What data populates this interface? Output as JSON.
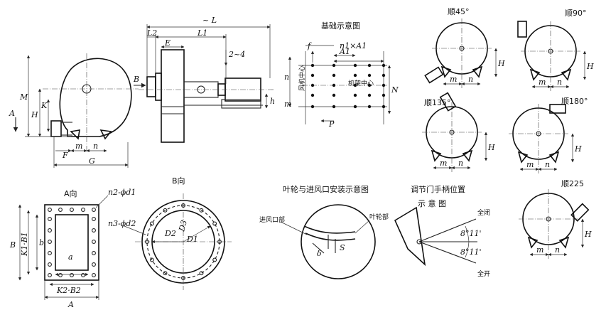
{
  "main_view": {
    "L": "~ L",
    "L1": "L1",
    "L2": "L2",
    "E": "E",
    "n24": "2~4",
    "B": "B",
    "A": "A",
    "M": "M",
    "H": "H",
    "K": "K",
    "F": "F",
    "m": "m",
    "n": "n",
    "G": "G",
    "h": "h"
  },
  "foundation": {
    "title": "基础示意图",
    "f": "f",
    "A1": "A1",
    "n1xA1": "n1×A1",
    "n": "n",
    "fan_center": "风机中心",
    "frame_center": "机架中心",
    "N": "N",
    "m": "m",
    "P": "P"
  },
  "a_view": {
    "title": "A向",
    "holes": "n2-ϕd1",
    "B": "B",
    "K1B1": "K1·B1",
    "b": "b",
    "a": "a",
    "K2B2": "K2·B2",
    "A": "A"
  },
  "b_view": {
    "title": "B向",
    "holes": "n3-ϕd2",
    "D1": "D1",
    "D2": "D2",
    "D3": "D3"
  },
  "impeller": {
    "title": "叶轮与进风口安装示意图",
    "inlet": "进风口部",
    "impeller_part": "叶轮部",
    "delta": "δ",
    "S": "S"
  },
  "damper": {
    "title1": "调节门手柄位置",
    "title2": "示 意 图",
    "closed": "全闭",
    "open": "全开",
    "ang1": "8°11'",
    "ang2": "8°11'"
  },
  "orientations": [
    {
      "label": "顺45°",
      "H": "H",
      "m": "m",
      "n": "n"
    },
    {
      "label": "顺90°",
      "H": "H",
      "m": "m",
      "n": "n"
    },
    {
      "label": "顺135°",
      "H": "H",
      "m": "m",
      "n": "n"
    },
    {
      "label": "顺180°",
      "H": "H",
      "m": "m",
      "n": "n"
    },
    {
      "label": "顺225",
      "H": "H",
      "m": "m",
      "n": "n"
    }
  ]
}
